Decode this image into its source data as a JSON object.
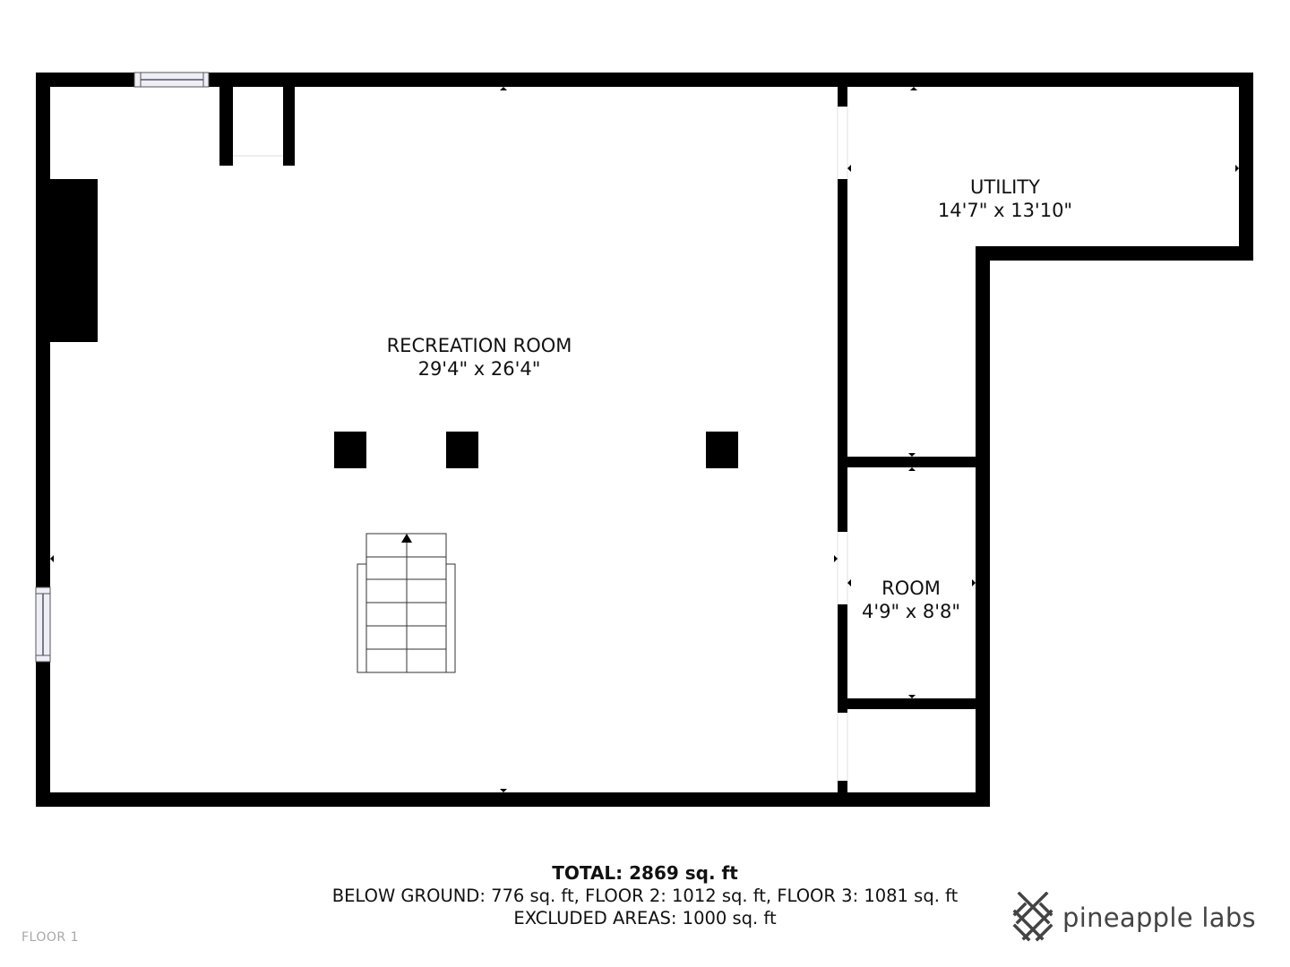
{
  "floor_plan": {
    "floor_label": "FLOOR 1",
    "rooms": [
      {
        "name": "RECREATION ROOM",
        "dimensions": "29'4\" x 26'4\""
      },
      {
        "name": "UTILITY",
        "dimensions": "14'7\" x 13'10\""
      },
      {
        "name": "ROOM",
        "dimensions": "4'9\" x 8'8\""
      }
    ],
    "features": {
      "stairs": "stairs-up",
      "windows": 2,
      "columns": 3,
      "wall_color": "#000000",
      "window_fill": "#eeeef8"
    }
  },
  "totals": {
    "total": "TOTAL: 2869 sq. ft",
    "breakdown": "BELOW GROUND: 776 sq. ft, FLOOR 2: 1012 sq. ft, FLOOR 3: 1081 sq. ft",
    "excluded": "EXCLUDED AREAS: 1000 sq. ft"
  },
  "brand": {
    "name": "pineapple labs",
    "logo_icon": "pineapple-lattice-icon",
    "color": "#444444"
  }
}
